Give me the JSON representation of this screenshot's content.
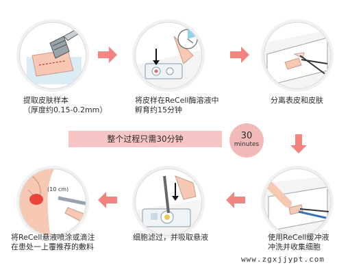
{
  "colors": {
    "arrow": "#f2857f",
    "banner": "#f6c6c6",
    "timer": "#f2b9b9",
    "skin": "#f7c8b4"
  },
  "steps": [
    {
      "icon": "skin-graft-harvest-icon",
      "caption": "提取皮肤样本\n（厚度约0.15-0.2mm）"
    },
    {
      "icon": "enzyme-incubation-icon",
      "caption": "将皮样在ReCell酶溶液中\n孵育约15分钟"
    },
    {
      "icon": "separate-epidermis-icon",
      "caption": "分离表皮和皮肤"
    },
    {
      "icon": "buffer-rinse-icon",
      "caption": "使用ReCell缓冲液\n冲洗并收集细胞"
    },
    {
      "icon": "filter-cells-icon",
      "caption": "细胞滤过，并吸取悬液"
    },
    {
      "icon": "spray-application-icon",
      "caption": "将ReCell悬液喷涂或滴注\n在患处一上覆推荐的敷料"
    }
  ],
  "banner": {
    "text": "整个过程只需30分钟"
  },
  "timer": {
    "number": "30",
    "unit": "minutes"
  },
  "annotations": {
    "area_label": "(10 cm)"
  },
  "watermark": "www.zgxjjypt.com"
}
